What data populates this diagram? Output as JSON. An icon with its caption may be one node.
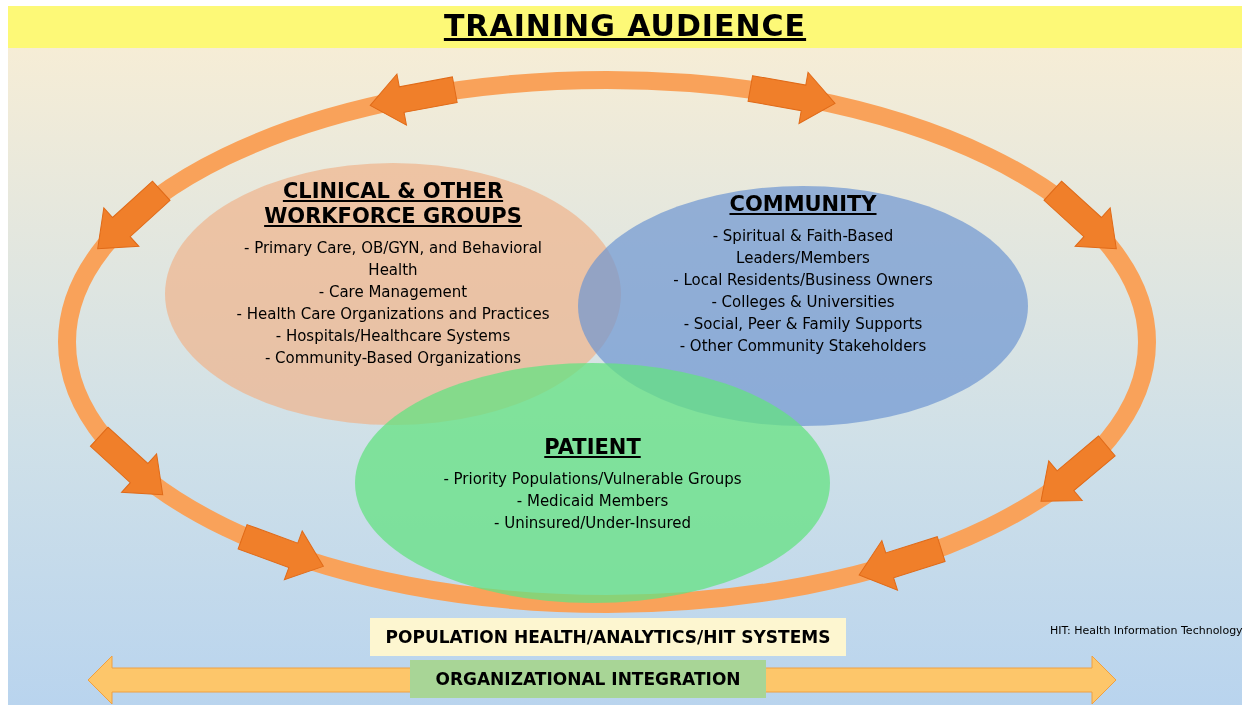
{
  "diagram": {
    "title": "TRAINING AUDIENCE",
    "nodes": [
      {
        "text": [
          "CLINICAL & OTHER WORKFORCE GROUPS",
          "- Primary Care, OB/GYN, and Behavioral Health",
          "- Care Management",
          "- Health Care Organizations and Practices",
          "- Hospitals/Healthcare Systems",
          "- Community-Based Organizations"
        ]
      },
      {
        "text": [
          "COMMUNITY",
          "- Spiritual & Faith-Based Leaders/Members",
          "- Local Residents/Business Owners",
          "- Colleges & Universities",
          "- Social, Peer & Family Supports",
          "- Other Community Stakeholders"
        ]
      },
      {
        "text": [
          "PATIENT",
          "- Priority Populations/Vulnerable Groups",
          "- Medicaid Members",
          "- Uninsured/Under-Insured"
        ]
      },
      {
        "text": [
          "POPULATION HEALTH/ANALYTICS/HIT SYSTEMS"
        ]
      },
      {
        "text": [
          "ORGANIZATIONAL INTEGRATION"
        ]
      }
    ],
    "edges": [],
    "labels": [
      "HIT: Health Information Technology"
    ]
  }
}
